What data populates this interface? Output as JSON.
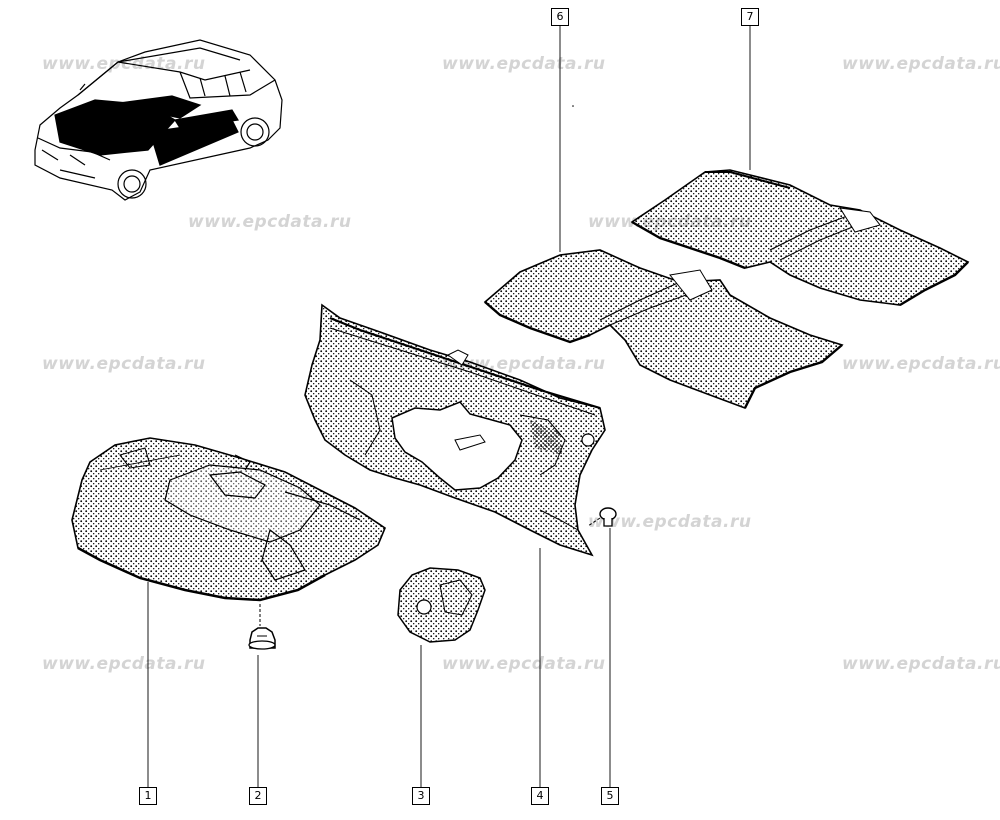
{
  "watermark": {
    "text": "www.epcdata.ru",
    "color": "#d4d4d4"
  },
  "callouts": [
    {
      "id": "1",
      "label": "1"
    },
    {
      "id": "2",
      "label": "2"
    },
    {
      "id": "3",
      "label": "3"
    },
    {
      "id": "4",
      "label": "4"
    },
    {
      "id": "5",
      "label": "5"
    },
    {
      "id": "6",
      "label": "6"
    },
    {
      "id": "7",
      "label": "7"
    }
  ],
  "colors": {
    "line": "#000000",
    "background": "#ffffff",
    "stipple": "#000000"
  }
}
